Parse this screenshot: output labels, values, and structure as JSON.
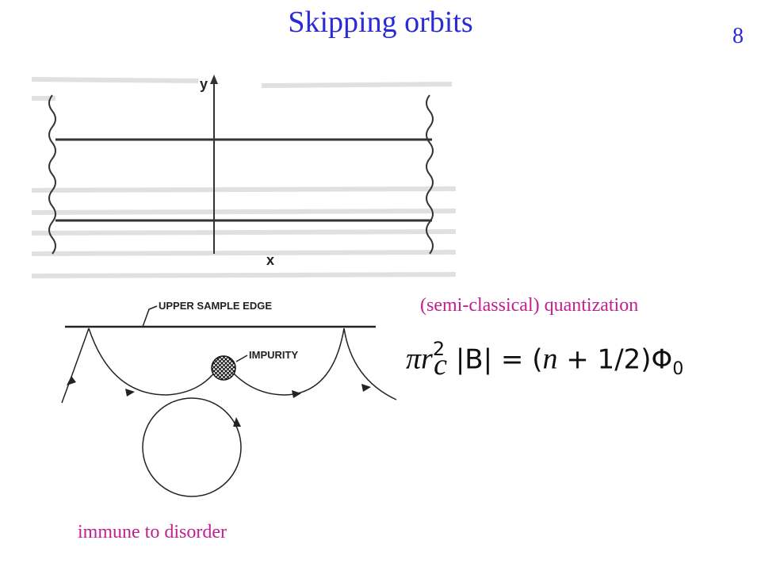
{
  "slide": {
    "title": "Skipping orbits",
    "page_number": "8"
  },
  "top_figure": {
    "x_axis_label": "x",
    "y_axis_label": "y"
  },
  "bottom_figure": {
    "edge_label": "UPPER SAMPLE EDGE",
    "impurity_label": "IMPURITY"
  },
  "quantization": {
    "label": "(semi-classical) quantization",
    "formula": {
      "pi": "π",
      "r": "r",
      "r_sup": "2",
      "r_sub": "c",
      "abs_b": "|B|",
      "eq": "=",
      "rhs_open": "(",
      "n": "n",
      "plus_half": "+ 1/2)",
      "phi": "Φ",
      "phi_sub": "0"
    }
  },
  "caption": {
    "text": "immune to disorder"
  }
}
